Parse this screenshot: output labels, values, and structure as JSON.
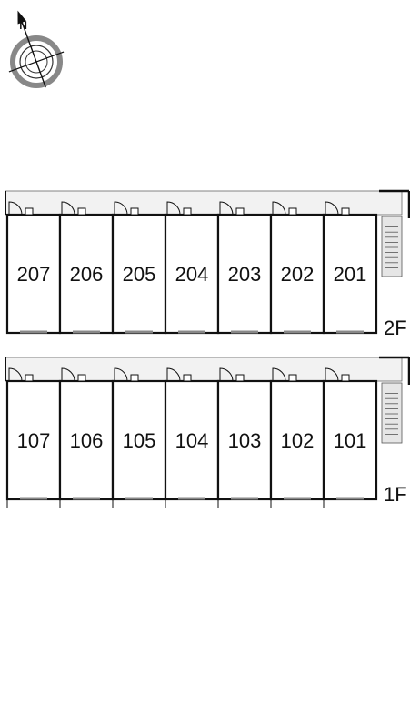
{
  "compass": {
    "north_label": "N",
    "icon": "compass-rose-icon"
  },
  "floors": [
    {
      "label": "2F",
      "units": [
        "207",
        "206",
        "205",
        "204",
        "203",
        "202",
        "201"
      ]
    },
    {
      "label": "1F",
      "units": [
        "107",
        "106",
        "105",
        "104",
        "103",
        "102",
        "101"
      ]
    }
  ],
  "colors": {
    "wall": "#111111",
    "corridor": "#f2f2f2",
    "stair_fill": "#e6e6e6",
    "compass_ring": "#888888"
  }
}
